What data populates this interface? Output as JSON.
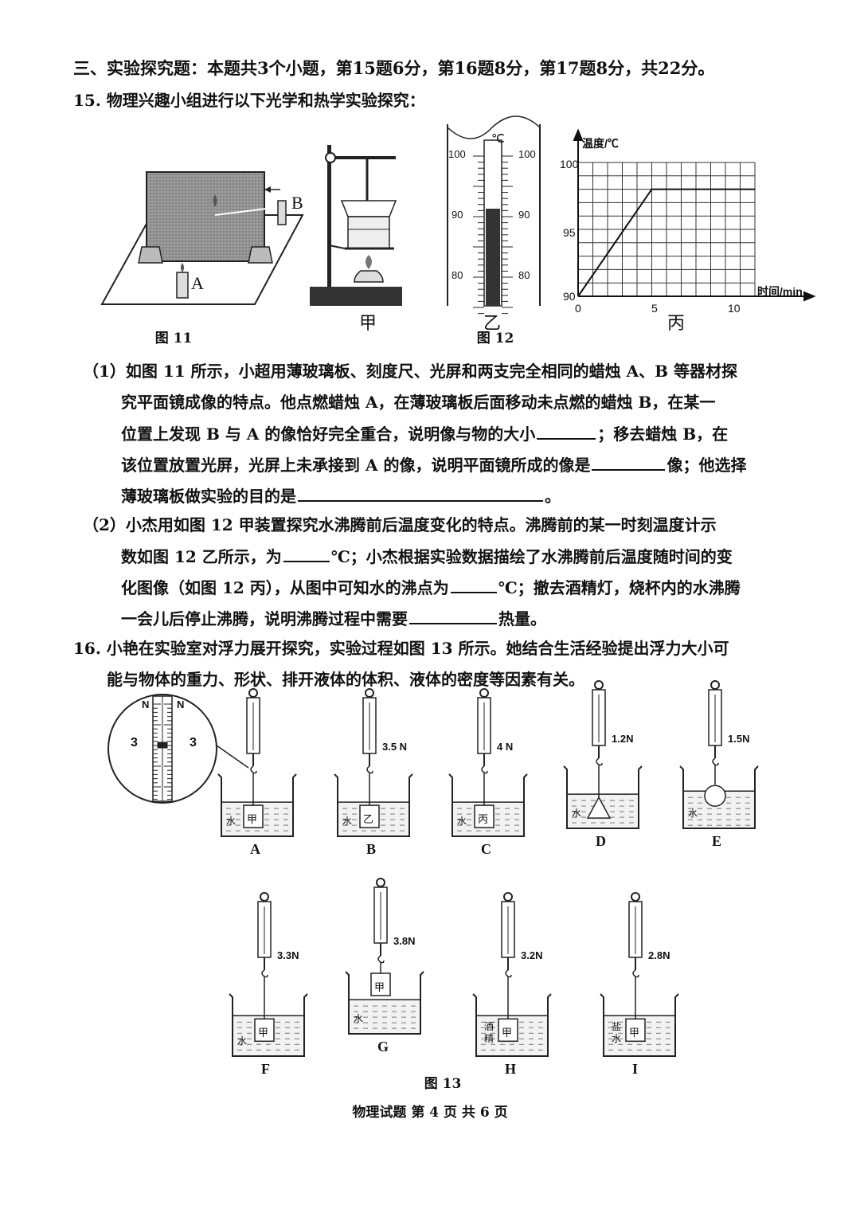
{
  "section_heading": "三、实验探究题：本题共3个小题，第15题6分，第16题8分，第17题8分，共22分。",
  "q15": {
    "stem": "15.  物理兴趣小组进行以下光学和热学实验探究：",
    "fig11": {
      "caption": "图 11",
      "label_a": "A",
      "label_b": "B"
    },
    "fig12": {
      "caption": "图 12",
      "sub_jia": "甲",
      "sub_yi": "乙",
      "sub_bing": "丙",
      "thermo_unit": "℃",
      "thermo_ticks": [
        "100",
        "90",
        "80"
      ],
      "graph_ylabel": "温度/℃",
      "graph_xlabel": "时间/min",
      "graph_yticks": [
        "100",
        "95",
        "90"
      ],
      "graph_xticks": [
        "0",
        "5",
        "10"
      ]
    },
    "p1_l1": "（1）如图 11 所示，小超用薄玻璃板、刻度尺、光屏和两支完全相同的蜡烛 A、B 等器材探",
    "p1_l2": "究平面镜成像的特点。他点燃蜡烛 A，在薄玻璃板后面移动未点燃的蜡烛 B，在某一",
    "p1_l3a": "位置上发现 B 与 A 的像恰好完全重合，说明像与物的大小",
    "p1_l3b": "；移去蜡烛 B，在",
    "p1_l4a": "该位置放置光屏，光屏上未承接到 A 的像，说明平面镜所成的像是",
    "p1_l4b": "像；他选择",
    "p1_l5a": "薄玻璃板做实验的目的是",
    "p1_l5b": "。",
    "p2_l1": "（2）小杰用如图 12 甲装置探究水沸腾前后温度变化的特点。沸腾前的某一时刻温度计示",
    "p2_l2a": "数如图 12 乙所示，为",
    "p2_l2b": "℃；小杰根据实验数据描绘了水沸腾前后温度随时间的变",
    "p2_l3a": "化图像（如图 12 丙），从图中可知水的沸点为",
    "p2_l3b": "℃；撤去酒精灯，烧杯内的水沸腾",
    "p2_l4a": "一会儿后停止沸腾，说明沸腾过程中需要",
    "p2_l4b": "热量。",
    "chart_data": {
      "type": "line",
      "x": [
        0,
        5,
        10,
        12
      ],
      "series": [
        {
          "values": [
            90,
            98,
            98,
            98
          ]
        }
      ],
      "title": "",
      "xlabel": "时间/min",
      "ylabel": "温度/℃",
      "xlim": [
        0,
        12
      ],
      "ylim": [
        90,
        100
      ],
      "grid": true
    },
    "thermometer_reading": 94
  },
  "q16": {
    "stem_l1": "16.  小艳在实验室对浮力展开探究，实验过程如图 13 所示。她结合生活经验提出浮力大小可",
    "stem_l2": "能与物体的重力、形状、排开液体的体积、液体的密度等因素有关。",
    "fig13_caption": "图 13",
    "zoom_labels": {
      "n": "N",
      "three": "3"
    },
    "setups": [
      {
        "letter": "A",
        "reading": "",
        "liquid": "水",
        "object": "甲"
      },
      {
        "letter": "B",
        "reading": "3.5 N",
        "liquid": "水",
        "object": "乙"
      },
      {
        "letter": "C",
        "reading": "4 N",
        "liquid": "水",
        "object": "丙"
      },
      {
        "letter": "D",
        "reading": "1.2N",
        "liquid": "水",
        "object": ""
      },
      {
        "letter": "E",
        "reading": "1.5N",
        "liquid": "水",
        "object": ""
      },
      {
        "letter": "F",
        "reading": "3.3N",
        "liquid": "水",
        "object": "甲"
      },
      {
        "letter": "G",
        "reading": "3.8N",
        "liquid": "水",
        "object": "甲"
      },
      {
        "letter": "H",
        "reading": "3.2N",
        "liquid": "酒精",
        "object": "甲"
      },
      {
        "letter": "I",
        "reading": "2.8N",
        "liquid": "盐水",
        "object": "甲"
      }
    ]
  },
  "footer": "物理试题  第 4 页  共 6 页"
}
